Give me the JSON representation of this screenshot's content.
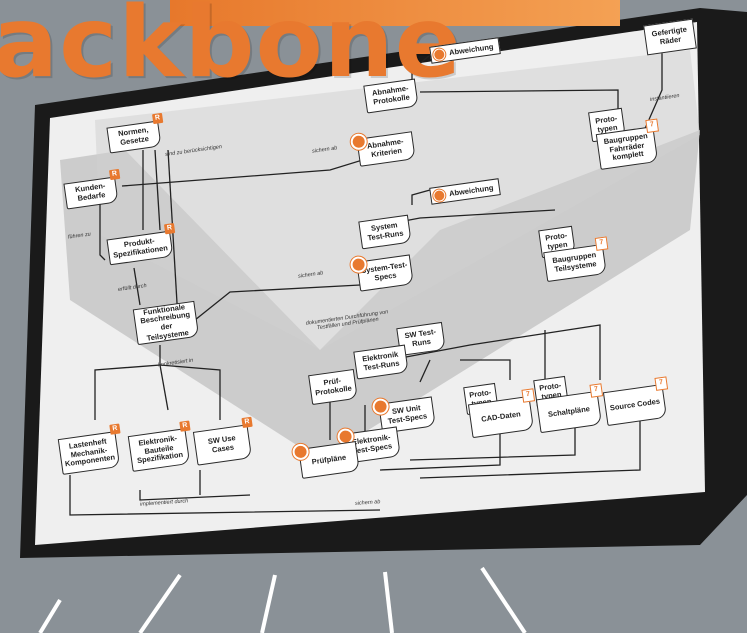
{
  "brand": {
    "title": "ackbone"
  },
  "colors": {
    "accent": "#e8792f",
    "screen": "#efefef",
    "v_shape": "#c5c5c5",
    "bezel": "#1a1a1a"
  },
  "nodes": {
    "normen": "Normen, Gesetze",
    "kundenbedarfe": "Kunden-Bedarfe",
    "produktspez": "Produkt-Spezifikationen",
    "funktionale": "Funktionale Beschreibung der Teilsysteme",
    "lastenheft": "Lastenheft Mechanik-Komponenten",
    "elektronik_bauteile": "Elektronik-Bauteile Spezifikation",
    "sw_use_cases": "SW Use Cases",
    "abnahmeprotokolle": "Abnahme-Protokolle",
    "abnahmekriterien": "Abnahme-Kriterien",
    "abweichung_top": "Abweichung",
    "gefertigte_raeder": "Gefertigte Räder",
    "prototypen_top": "Proto-typen",
    "baugruppen_fahrraeder": "Baugruppen Fahrräder komplett",
    "system_test_runs": "System Test-Runs",
    "abweichung_mid": "Abweichung",
    "system_test_specs": "System-Test-Specs",
    "prototypen_mid": "Proto-typen",
    "baugruppen_teilsysteme": "Baugruppen Teilsysteme",
    "sw_test_runs": "SW Test-Runs",
    "elektronik_test_runs": "Elektronik Test-Runs",
    "pruefprotokolle": "Prüf-Protokolle",
    "sw_unit_test_specs": "SW Unit Test-Specs",
    "elektronik_test_specs": "Elektronik-Test-Specs",
    "pruefplaene": "Prüfpläne",
    "prototypen_cad": "Proto-typen",
    "cad_daten": "CAD-Daten",
    "prototypen_schalt": "Proto-typen",
    "schaltplaene": "Schaltpläne",
    "source_codes": "Source Codes"
  },
  "badges": {
    "r": "R",
    "seven": "7"
  },
  "labels": {
    "sind_zu_beruecksichtigen": "sind zu berücksichtigen",
    "sichern_ab_1": "sichern ab",
    "fuehren_zu": "führen zu",
    "erfuellt_durch": "erfüllt durch",
    "sichern_ab_2": "sichern ab",
    "konkretisiert_in": "konkretisiert in",
    "dokumentieren": "dokumentierten Durchführung von Testfällen und Prüfplänen",
    "instantiieren": "instantiieren",
    "implementiert_durch": "implementiert durch",
    "sichern_ab_3": "sichern ab"
  }
}
